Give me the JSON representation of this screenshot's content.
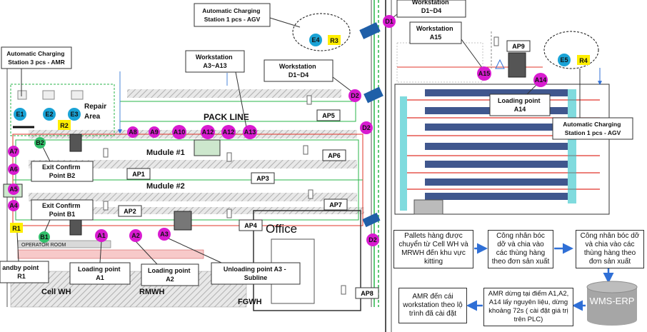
{
  "layout_labels": {
    "pack_line": "PACK LINE",
    "module1": "Mudule #1",
    "module2": "Mudule #2",
    "office": "Office",
    "operator_room": "OPERATOR ROOM",
    "fgwh": "FGWH",
    "repair_area": "Repair Area",
    "cell_wh": "Cell WH",
    "rmwh": "RMWH"
  },
  "callouts": {
    "charging_amr": "Automatic Charging Station 3 pcs - AMR",
    "charging_agv_top": "Automatic Charging Station 1 pcs - AGV",
    "charging_agv_right": "Automatic Charging Station 1 pcs - AGV",
    "ws_a3_a13": "Workstation A3~A13",
    "ws_d1_d4_mid": "Workstation D1~D4",
    "ws_d1_d4_top": "Workstation D1~D4",
    "ws_a15": "Workstation A15",
    "loading_a14": "Loading point A14",
    "exit_b2": "Exit Confirm Point B2",
    "exit_b1": "Exit Confirm Point B1",
    "standby_r1": "andby point R1",
    "loading_a1": "Loading point A1",
    "loading_a2": "Loading point A2",
    "unloading_a3": "Unloading point A3 - Subline"
  },
  "markers": {
    "A1": "A1",
    "A2": "A2",
    "A3": "A3",
    "A4": "A4",
    "A5": "A5",
    "A6": "A6",
    "A7": "A7",
    "A8": "A8",
    "A9": "A9",
    "A10": "A10",
    "A12a": "A12",
    "A12b": "A12",
    "A13": "A13",
    "A14": "A14",
    "A15": "A15",
    "D1": "D1",
    "D2a": "D2",
    "D2b": "D2",
    "D2c": "D2",
    "E1": "E1",
    "E2": "E2",
    "E3": "E3",
    "E4": "E4",
    "E5": "E5",
    "B1": "B1",
    "B2": "B2",
    "R1": "R1",
    "R2": "R2",
    "R3": "R3",
    "R4": "R4"
  },
  "access_points": {
    "AP1": "AP1",
    "AP2": "AP2",
    "AP3": "AP3",
    "AP4": "AP4",
    "AP5": "AP5",
    "AP6": "AP6",
    "AP7": "AP7",
    "AP8": "AP8",
    "AP9": "AP9"
  },
  "flow": {
    "step1": "Pallets hàng được chuyển từ Cell WH và MRWH đến khu vực kitting",
    "step2": "Công nhân bóc dỡ và chia vào các thùng hàng theo đơn sản xuất",
    "step3": "Công nhân bóc dỡ và chia vào các thùng hàng theo đơn sản xuất",
    "wms": "WMS-ERP",
    "step4": "AMR dừng tại điểm A1,A2, A14 lấy nguyên liệu, dừng khoảng 72s ( cài đặt giá trị trên PLC)",
    "step5": "AMR đến cái workstation theo lộ trình đã cài đặt"
  },
  "colors": {
    "marker_magenta": "#d81bd0",
    "marker_blue": "#1aa3d6",
    "marker_green": "#31c06a",
    "marker_yellow": "#ffee00",
    "callout_fill": "#ffffff",
    "arrow_blue": "#2f6fd6",
    "route_red": "#e0342a",
    "conveyor_gray": "#c8c8c8",
    "wms_gray": "#a6a6a6"
  }
}
